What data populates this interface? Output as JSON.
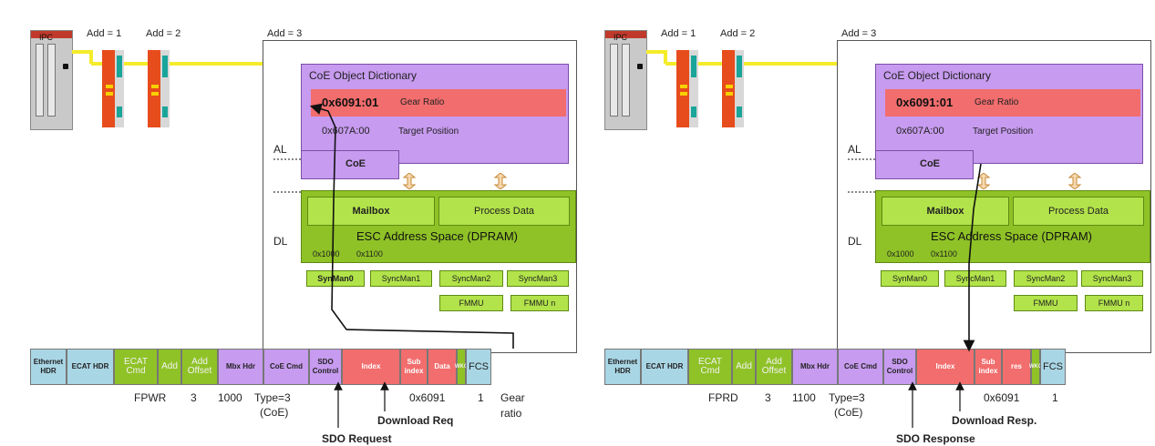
{
  "left": {
    "ipc_label": "IPC",
    "add1": "Add = 1",
    "add2": "Add = 2",
    "add3": "Add = 3",
    "coe_title": "CoE Object Dictionary",
    "row1_index": "0x6091:01",
    "row1_name": "Gear Ratio",
    "row2_index": "0x607A:00",
    "row2_name": "Target Position",
    "al": "AL",
    "dl": "DL",
    "coe": "CoE",
    "mailbox": "Mailbox",
    "process_data": "Process Data",
    "esc": "ESC Address Space (DPRAM)",
    "addr1": "0x1000",
    "addr2": "0x1100",
    "synman0": "SynMan0",
    "syncman1": "SyncMan1",
    "syncman2": "SyncMan2",
    "syncman3": "SyncMan3",
    "fmmu": "FMMU",
    "fmmu_n": "FMMU n",
    "frame": [
      "Ethernet HDR",
      "ECAT HDR",
      "ECAT Cmd",
      "Add",
      "Add Offset",
      "Mbx Hdr",
      "CoE Cmd",
      "SDO Control",
      "Index",
      "Sub index",
      "Data",
      "WKC",
      "FCS"
    ],
    "cmd": "FPWR",
    "addv": "3",
    "offset": "1000",
    "type": "Type=3",
    "coe_par": "(CoE)",
    "index_v": "0x6091",
    "sub_v": "1",
    "data_v1": "Gear",
    "data_v2": "ratio",
    "download": "Download Req",
    "sdo": "SDO Request"
  },
  "right": {
    "ipc_label": "IPC",
    "add1": "Add = 1",
    "add2": "Add = 2",
    "add3": "Add = 3",
    "coe_title": "CoE Object Dictionary",
    "row1_index": "0x6091:01",
    "row1_name": "Gear Ratio",
    "row2_index": "0x607A:00",
    "row2_name": "Target Position",
    "al": "AL",
    "dl": "DL",
    "coe": "CoE",
    "mailbox": "Mailbox",
    "process_data": "Process Data",
    "esc": "ESC Address Space (DPRAM)",
    "addr1": "0x1000",
    "addr2": "0x1100",
    "synman0": "SynMan0",
    "syncman1": "SyncMan1",
    "syncman2": "SyncMan2",
    "syncman3": "SyncMan3",
    "fmmu": "FMMU",
    "fmmu_n": "FMMU n",
    "frame": [
      "Ethernet HDR",
      "ECAT HDR",
      "ECAT Cmd",
      "Add",
      "Add Offset",
      "Mbx Hdr",
      "CoE Cmd",
      "SDO Control",
      "Index",
      "Sub index",
      "res",
      "WKC",
      "FCS"
    ],
    "cmd": "FPRD",
    "addv": "3",
    "offset": "1100",
    "type": "Type=3",
    "coe_par": "(CoE)",
    "index_v": "0x6091",
    "sub_v": "1",
    "download": "Download Resp.",
    "sdo": "SDO Response"
  },
  "colors": {
    "ecat_blue": "#a9d6e5",
    "ecat_green": "#8fc227",
    "coe_purple": "#c79bef",
    "index_red": "#f26d6d",
    "cable_yellow": "#f4ec2a",
    "terminal_red": "#e74c1c"
  }
}
